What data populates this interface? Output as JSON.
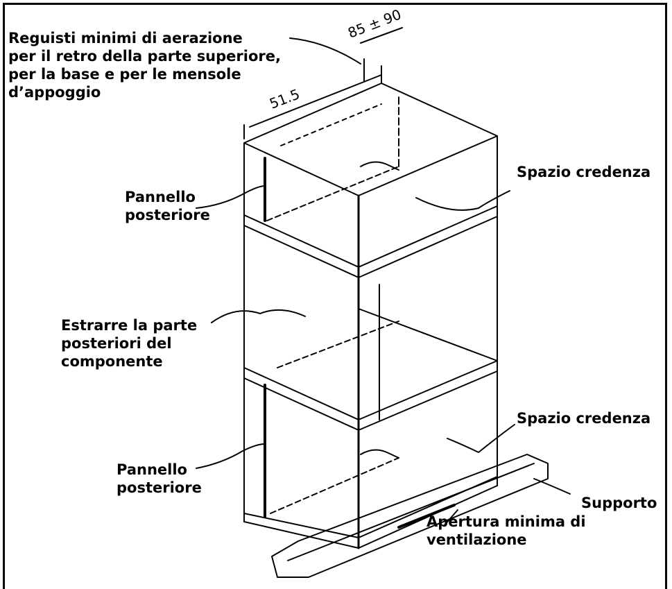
{
  "labels": {
    "aeration_requirements": "Reguisti minimi di aerazione\nper il retro della parte superiore,\nper la base e per le mensole\nd’appoggio",
    "rear_panel_top": "Pannello\nposteriore",
    "cabinet_space_top": "Spazio credenza",
    "remove_rear": "Estrarre la parte\nposteriori del\ncomponente",
    "cabinet_space_bottom": "Spazio credenza",
    "rear_panel_bottom": "Pannello\nposteriore",
    "support": "Supporto",
    "min_ventilation": "Apertura minima di\nventilazione"
  },
  "dimensions": {
    "depth_range": "85 ± 90",
    "width": "51.5"
  }
}
